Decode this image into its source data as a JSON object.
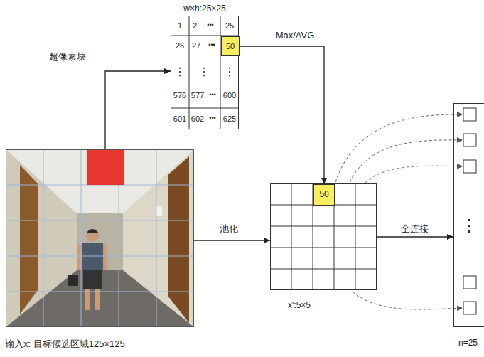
{
  "diagram": {
    "nodes": [
      {
        "text": [
          "输入x: 目标候选区域125×125"
        ]
      },
      {
        "text": [
          "w×h:25×25"
        ]
      },
      {
        "text": [
          "50"
        ],
        "in": 1
      },
      {
        "text": [
          "x':5×5"
        ]
      },
      {
        "text": [
          "50"
        ],
        "in": 3
      },
      {
        "text": [
          "n=25"
        ]
      }
    ],
    "edges": [
      {
        "from": 0,
        "to": 1,
        "arrow": "to",
        "label": "超像素块"
      },
      {
        "from": 2,
        "to": 4,
        "arrow": "to",
        "label": "Max/AVG"
      },
      {
        "from": 0,
        "to": 3,
        "arrow": "to",
        "label": "池化"
      },
      {
        "from": 3,
        "to": 5,
        "arrow": "to",
        "label": "全连接"
      }
    ],
    "labels": [
      "1",
      "2",
      "•••",
      "25",
      "26",
      "27",
      "•••",
      "⋮",
      "⋮",
      "⋮",
      "576",
      "577",
      "•••",
      "600",
      "601",
      "602",
      "•••",
      "625",
      "⋮"
    ]
  }
}
